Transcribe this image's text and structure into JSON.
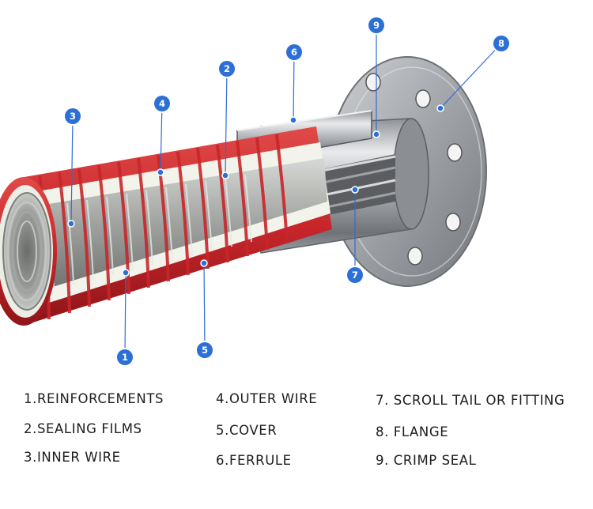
{
  "callouts": [
    {
      "num": "1",
      "label": "1.REINFORCEMENTS"
    },
    {
      "num": "2",
      "label": "2.SEALING FILMS"
    },
    {
      "num": "3",
      "label": "3.INNER WIRE"
    },
    {
      "num": "4",
      "label": "4.OUTER WIRE"
    },
    {
      "num": "5",
      "label": "5.COVER"
    },
    {
      "num": "6",
      "label": "6.FERRULE"
    },
    {
      "num": "7",
      "label": "7. SCROLL TAIL  OR FITTING"
    },
    {
      "num": "8",
      "label": "8. FLANGE"
    },
    {
      "num": "9",
      "label": "9. CRIMP SEAL"
    }
  ],
  "colors": {
    "accent": "#2c6fd6",
    "cover_red": "#c8262b",
    "steel": "#b9bcc0",
    "film": "#eef1e6"
  }
}
